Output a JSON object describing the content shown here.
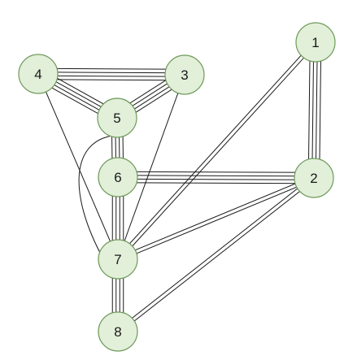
{
  "graph": {
    "node_fill": "#e2efd9",
    "node_stroke": "#6e9a5a",
    "edge_color": "#1a1a1a",
    "nodes": [
      {
        "id": "1",
        "label": "1"
      },
      {
        "id": "2",
        "label": "2"
      },
      {
        "id": "3",
        "label": "3"
      },
      {
        "id": "4",
        "label": "4"
      },
      {
        "id": "5",
        "label": "5"
      },
      {
        "id": "6",
        "label": "6"
      },
      {
        "id": "7",
        "label": "7"
      },
      {
        "id": "8",
        "label": "8"
      }
    ],
    "edges": [
      {
        "from": "4",
        "to": "3",
        "multiplicity": 4
      },
      {
        "from": "4",
        "to": "5",
        "multiplicity": 4
      },
      {
        "from": "3",
        "to": "5",
        "multiplicity": 4
      },
      {
        "from": "4",
        "to": "7",
        "multiplicity": 1
      },
      {
        "from": "3",
        "to": "7",
        "multiplicity": 1
      },
      {
        "from": "5",
        "to": "7",
        "multiplicity": 1,
        "curved": true
      },
      {
        "from": "5",
        "to": "6",
        "multiplicity": 4
      },
      {
        "from": "6",
        "to": "2",
        "multiplicity": 4
      },
      {
        "from": "6",
        "to": "7",
        "multiplicity": 4
      },
      {
        "from": "7",
        "to": "8",
        "multiplicity": 4
      },
      {
        "from": "1",
        "to": "2",
        "multiplicity": 4
      },
      {
        "from": "1",
        "to": "7",
        "multiplicity": 2
      },
      {
        "from": "2",
        "to": "7",
        "multiplicity": 2
      },
      {
        "from": "2",
        "to": "8",
        "multiplicity": 2
      }
    ]
  }
}
